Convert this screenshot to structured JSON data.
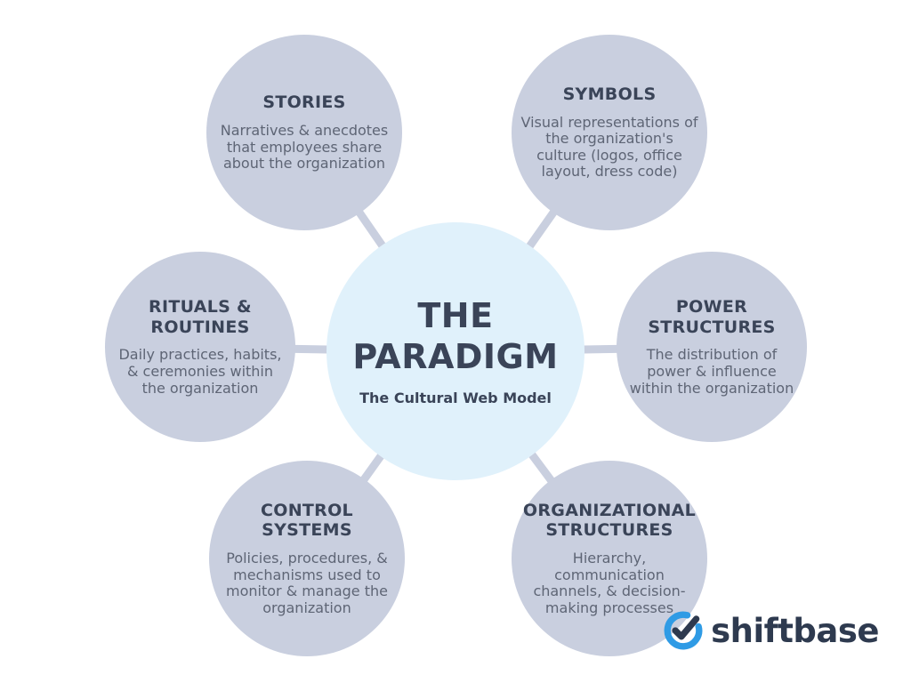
{
  "diagram": {
    "center": {
      "title_line1": "THE",
      "title_line2": "PARADIGM",
      "subtitle": "The Cultural Web Model"
    },
    "nodes": [
      {
        "id": "stories",
        "title": "STORIES",
        "description": "Narratives & anecdotes that employees share about the organization"
      },
      {
        "id": "symbols",
        "title": "SYMBOLS",
        "description": "Visual representations of the organization's culture (logos, office layout, dress code)"
      },
      {
        "id": "rituals-routines",
        "title": "RITUALS & ROUTINES",
        "description": "Daily practices, habits, & ceremonies within the organization"
      },
      {
        "id": "power-structures",
        "title": "POWER STRUCTURES",
        "description": "The distribution of power & influence within the organization"
      },
      {
        "id": "control-systems",
        "title": "CONTROL SYSTEMS",
        "description": "Policies, procedures, & mechanisms used to monitor & manage the organization"
      },
      {
        "id": "organizational-structures",
        "title": "ORGANIZATIONAL STRUCTURES",
        "description": "Hierarchy, communication channels, & decision-making processes"
      }
    ],
    "brand": {
      "name": "shiftbase"
    },
    "colors": {
      "node_fill": "#c9cfdf",
      "center_fill": "#e0f1fb",
      "heading_text": "#3a4458",
      "body_text": "#5e6575",
      "brand_blue": "#2f9be5",
      "brand_navy": "#2e3a4f",
      "background": "#ffffff"
    }
  }
}
